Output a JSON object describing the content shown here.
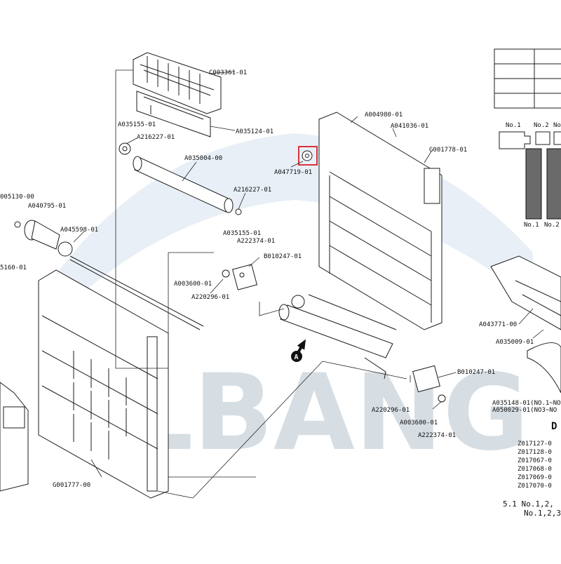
{
  "watermark": {
    "text": "LBANG",
    "color": "#c9d3dc",
    "arc_color": "#dfe8f2"
  },
  "highlight": {
    "part": "A047719-01",
    "color": "#d9343a"
  },
  "view_marker": {
    "letter": "A"
  },
  "callouts": [
    {
      "id": "c003361",
      "text": "C003361-01"
    },
    {
      "id": "a035155a",
      "text": "A035155-01"
    },
    {
      "id": "a216227a",
      "text": "A216227-01"
    },
    {
      "id": "a035124",
      "text": "A035124-01"
    },
    {
      "id": "a035004",
      "text": "A035004-00"
    },
    {
      "id": "a216227b",
      "text": "A216227-01"
    },
    {
      "id": "a005130",
      "text": "005130-00"
    },
    {
      "id": "a040795",
      "text": "A040795-01"
    },
    {
      "id": "a045598",
      "text": "A045598-01"
    },
    {
      "id": "x5160",
      "text": "5160-01"
    },
    {
      "id": "a035155b",
      "text": "A035155-01"
    },
    {
      "id": "a222374a",
      "text": "A222374-01"
    },
    {
      "id": "b010247a",
      "text": "B010247-01"
    },
    {
      "id": "a003600a",
      "text": "A003600-01"
    },
    {
      "id": "a220296a",
      "text": "A220296-01"
    },
    {
      "id": "a004980",
      "text": "A004980-01"
    },
    {
      "id": "a041036",
      "text": "A041036-01"
    },
    {
      "id": "a047719",
      "text": "A047719-01"
    },
    {
      "id": "g001778",
      "text": "G001778-01"
    },
    {
      "id": "b010247b",
      "text": "B010247-01"
    },
    {
      "id": "a220296b",
      "text": "A220296-01"
    },
    {
      "id": "a003600b",
      "text": "A003600-01"
    },
    {
      "id": "a222374b",
      "text": "A222374-01"
    },
    {
      "id": "g001777",
      "text": "G001777-00"
    },
    {
      "id": "a043771",
      "text": "A043771-00"
    },
    {
      "id": "a035009",
      "text": "A035009-01"
    },
    {
      "id": "a035148",
      "text": "A035148-01(NO.1~NO"
    },
    {
      "id": "a050029",
      "text": "A050029-01(NO3~NO"
    }
  ],
  "pattern_labels": {
    "top": [
      "No.1",
      "No.2",
      "No"
    ],
    "bottom": [
      "No.1",
      "No.2"
    ]
  },
  "parts_list": {
    "heading": "D",
    "codes": [
      "Z017127-0",
      "Z017128-0",
      "Z017067-0",
      "Z017068-0",
      "Z017069-0",
      "Z017070-0"
    ],
    "note_line1": "5.1 No.1,2,",
    "note_line2": "No.1,2,3"
  }
}
